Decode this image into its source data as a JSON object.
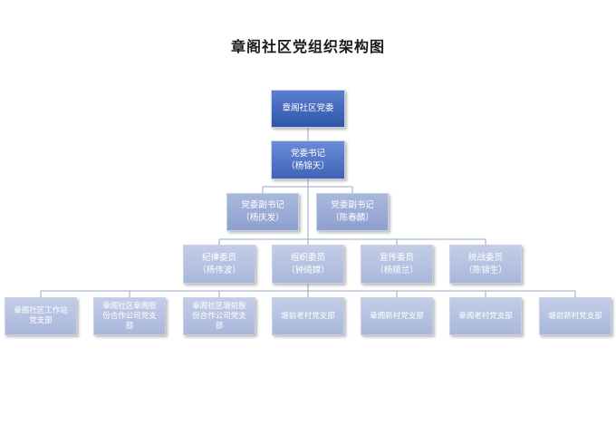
{
  "title": "章阁社区党组织架构图",
  "colors": {
    "top": "#2f55a7",
    "secretary": "#4a6fc4",
    "deputy": "#9cacd8",
    "member": "#aebde2",
    "branch": "#b4c1e3",
    "line": "#9aa6c2"
  },
  "party_committee": {
    "label": "章阁社区党委"
  },
  "secretary": {
    "role": "党委书记",
    "name": "（杨锦天）"
  },
  "deputies": [
    {
      "role": "党委副书记",
      "name": "（杨庆发）"
    },
    {
      "role": "党委副书记",
      "name": "（陈春麟）"
    }
  ],
  "members": [
    {
      "role": "纪律委员",
      "name": "（杨伟波）"
    },
    {
      "role": "组织委员",
      "name": "（钟绮嫦）"
    },
    {
      "role": "宣传委员",
      "name": "（杨顺兰）"
    },
    {
      "role": "统战委员",
      "name": "（陈锦生）"
    }
  ],
  "branches": [
    {
      "line1": "章阁社区工作站",
      "line2": "党支部",
      "line3": ""
    },
    {
      "line1": "章阁社区章阁股",
      "line2": "份合作公司党支",
      "line3": "部"
    },
    {
      "line1": "章阁社区塘前股",
      "line2": "份合作公司党支",
      "line3": "部"
    },
    {
      "line1": "塘前老村党支部",
      "line2": "",
      "line3": ""
    },
    {
      "line1": "章阁新村党支部",
      "line2": "",
      "line3": ""
    },
    {
      "line1": "章阁老村党支部",
      "line2": "",
      "line3": ""
    },
    {
      "line1": "塘前新村党支部",
      "line2": "",
      "line3": ""
    }
  ]
}
